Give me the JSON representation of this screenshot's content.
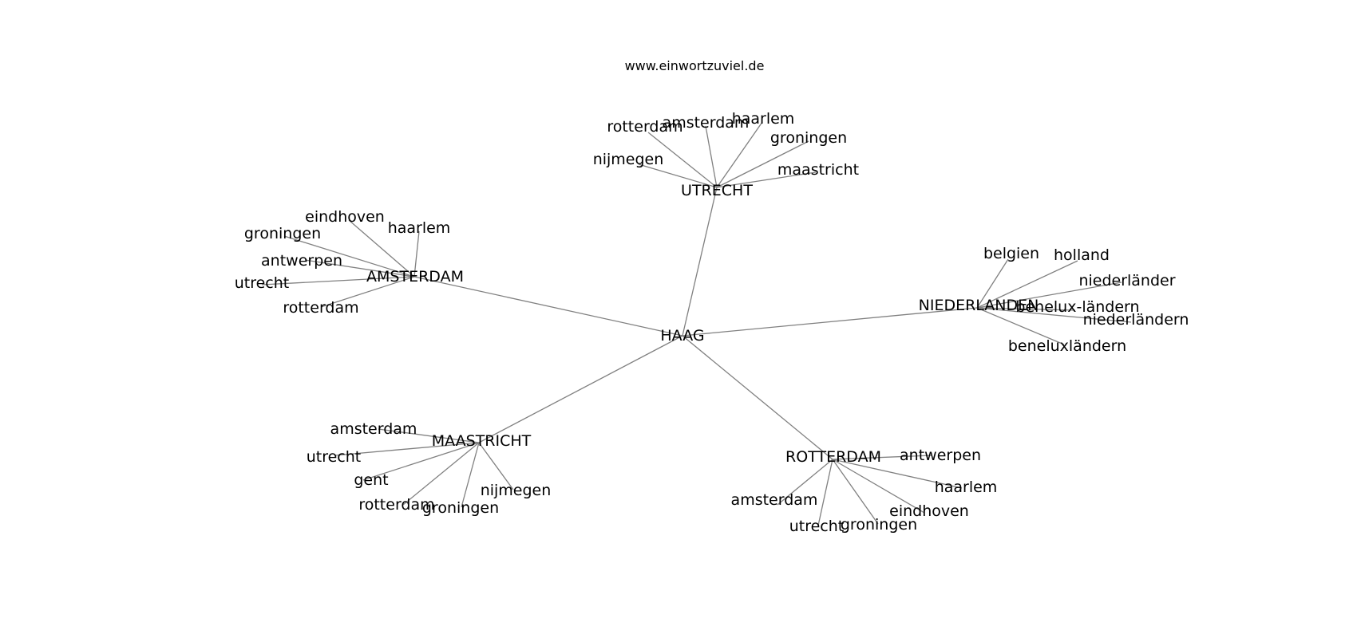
{
  "site_label": "www.einwortzuviel.de",
  "root": {
    "id": "haag",
    "label": "HAAG"
  },
  "hubs": [
    {
      "id": "utrecht",
      "label": "UTRECHT",
      "leaves": [
        "rotterdam",
        "amsterdam",
        "haarlem",
        "groningen",
        "nijmegen",
        "maastricht"
      ]
    },
    {
      "id": "amsterdam",
      "label": "AMSTERDAM",
      "leaves": [
        "eindhoven",
        "haarlem",
        "groningen",
        "antwerpen",
        "utrecht",
        "rotterdam"
      ]
    },
    {
      "id": "niederlanden",
      "label": "NIEDERLANDEN",
      "leaves": [
        "belgien",
        "holland",
        "niederländer",
        "benelux-ländern",
        "niederländern",
        "beneluxländern"
      ]
    },
    {
      "id": "maastricht",
      "label": "MAASTRICHT",
      "leaves": [
        "amsterdam",
        "utrecht",
        "gent",
        "rotterdam",
        "groningen",
        "nijmegen"
      ]
    },
    {
      "id": "rotterdam",
      "label": "ROTTERDAM",
      "leaves": [
        "antwerpen",
        "haarlem",
        "eindhoven",
        "groningen",
        "utrecht",
        "amsterdam"
      ]
    }
  ],
  "colors": {
    "edge": "#808080",
    "text": "#000000",
    "background": "#ffffff"
  }
}
